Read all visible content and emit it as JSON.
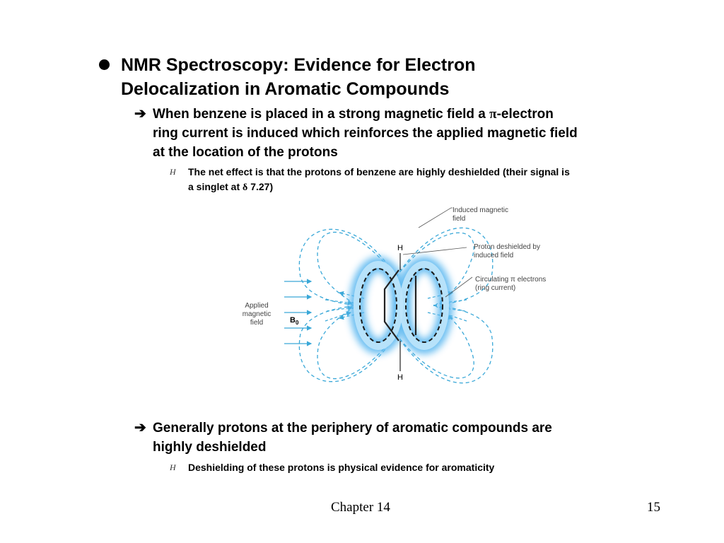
{
  "bullet1": {
    "text_line1": "NMR Spectroscopy: Evidence for Electron",
    "text_line2": "Delocalization in Aromatic Compounds"
  },
  "sub1": {
    "line1_pre": "When benzene is placed in a strong magnetic field a ",
    "pi": "π",
    "line1_post": "-electron",
    "line2": "ring current is induced which reinforces the applied magnetic field",
    "line3": "at the location of the protons"
  },
  "subsub1": {
    "line1": "The net effect is that the protons of benzene are highly deshielded (their signal is",
    "line2_pre": "a singlet at ",
    "delta": "δ",
    "line2_post": " 7.27)"
  },
  "diagram": {
    "label_induced_1": "Induced magnetic",
    "label_induced_2": "field",
    "label_proton_1": "Proton deshielded by",
    "label_proton_2": "induced field",
    "label_circ_1": "Circulating π electrons",
    "label_circ_2": "(ring current)",
    "label_applied_1": "Applied",
    "label_applied_2": "magnetic",
    "label_applied_3": "field",
    "label_b0_main": "B",
    "label_b0_sub": "0",
    "label_h_top": "H",
    "label_h_bottom": "H"
  },
  "sub2": {
    "line1": "Generally protons at the periphery of aromatic compounds are",
    "line2": "highly deshielded"
  },
  "subsub2": {
    "line1": "Deshielding of these protons is physical evidence for aromaticity"
  },
  "footer": {
    "chapter": "Chapter 14",
    "page": "15"
  },
  "colors": {
    "field_lines": "#3aa8d8",
    "ring_glow": "#5bb8f0"
  },
  "icons": {
    "level1": "filled-circle-bullet",
    "level2": "right-arrow-bullet",
    "level3": "hydrogen-bullet"
  }
}
